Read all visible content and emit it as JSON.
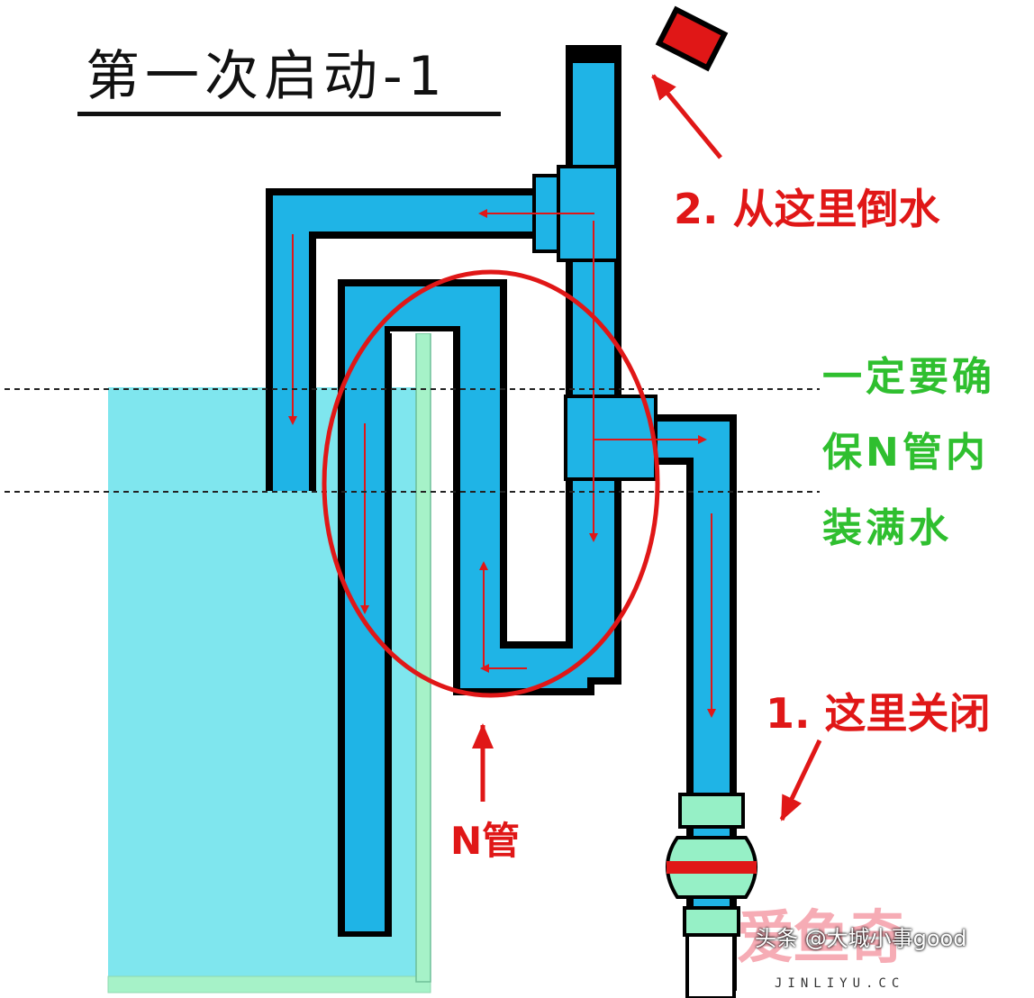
{
  "title": "第一次启动-1",
  "labels": {
    "pour_here": "2. 从这里倒水",
    "close_here": "1. 这里关闭",
    "note_line1": "一定要确",
    "note_line2": "保N管内",
    "note_line3": "装满水",
    "n_pipe": "N管"
  },
  "watermark": {
    "logo_text": "爱鱼奇",
    "credit": "头条 @大城小事good",
    "site": "JINLIYU.CC"
  },
  "colors": {
    "water": "#1fb4e6",
    "tank_water": "#7fe6ee",
    "pipe_outline": "#000000",
    "arrow": "#e01717",
    "annotation_red": "#e01717",
    "annotation_green": "#2fbf2f",
    "valve": "#96f0c6",
    "overflow_tube": "#a6f2c8"
  },
  "icons": {
    "funnel": "red-funnel-icon",
    "valve": "ball-valve-icon"
  }
}
